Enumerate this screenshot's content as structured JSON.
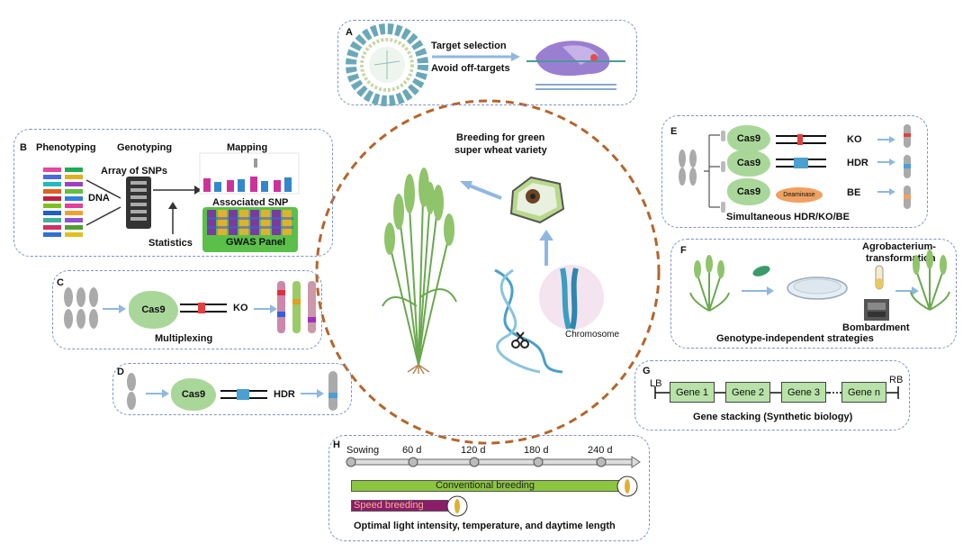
{
  "center": {
    "title_line1": "Breeding for green",
    "title_line2": "super wheat variety",
    "chromosome": "Chromosome"
  },
  "panelA": {
    "letter": "A",
    "text1": "Target selection",
    "text2": "Avoid off-targets"
  },
  "panelB": {
    "letter": "B",
    "phenotyping": "Phenotyping",
    "genotyping": "Genotyping",
    "mapping": "Mapping",
    "array": "Array of SNPs",
    "dna": "DNA",
    "associated": "Associated SNP",
    "statistics": "Statistics",
    "gwas": "GWAS Panel"
  },
  "panelC": {
    "letter": "C",
    "cas9": "Cas9",
    "ko": "KO",
    "caption": "Multiplexing"
  },
  "panelD": {
    "letter": "D",
    "cas9": "Cas9",
    "hdr": "HDR"
  },
  "panelE": {
    "letter": "E",
    "cas9a": "Cas9",
    "cas9b": "Cas9",
    "cas9c": "Cas9",
    "deaminase": "Deaminase",
    "ko": "KO",
    "hdr": "HDR",
    "be": "BE",
    "caption": "Simultaneous HDR/KO/BE"
  },
  "panelF": {
    "letter": "F",
    "agro1": "Agrobacterium-",
    "agro2": "transformation",
    "bombardment": "Bombardment",
    "caption": "Genotype-independent strategies"
  },
  "panelG": {
    "letter": "G",
    "lb": "LB",
    "rb": "RB",
    "genes": [
      "Gene 1",
      "Gene 2",
      "Gene 3",
      "Gene n"
    ],
    "caption": "Gene stacking (Synthetic biology)"
  },
  "panelH": {
    "letter": "H",
    "ticks": [
      "Sowing",
      "60 d",
      "120 d",
      "180 d",
      "240 d"
    ],
    "conventional": "Conventional breeding",
    "speed": "Speed breeding",
    "caption": "Optimal light intensity, temperature, and daytime length"
  },
  "colors": {
    "panel_border": "#7d93c4",
    "cas9": "#a9d79a",
    "center_circle": "#b5652a",
    "conventional_bar": "#8cc63f",
    "speed_bar": "#8b1d6b",
    "arrow": "#8fb8e0"
  }
}
